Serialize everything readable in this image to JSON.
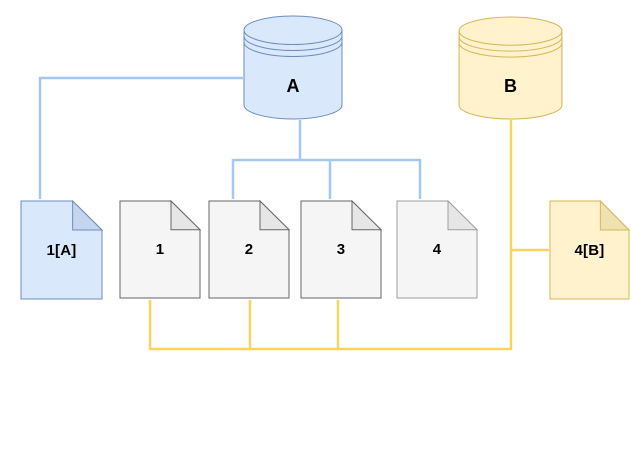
{
  "diagram": {
    "background": "#ffffff",
    "nodes": {
      "cylinder_a": {
        "label": "A",
        "fill": "#dae8fc",
        "stroke": "#6c8ebf"
      },
      "cylinder_b": {
        "label": "B",
        "fill": "#fff2cc",
        "stroke": "#d6b656"
      },
      "doc_1a": {
        "label": "1[A]",
        "fill": "#dae8fc",
        "stroke": "#6c8ebf",
        "flap_fill": "#c3d6ee"
      },
      "doc_1": {
        "label": "1",
        "fill": "#f5f5f5",
        "stroke": "#666666",
        "flap_fill": "#e6e6e6"
      },
      "doc_2": {
        "label": "2",
        "fill": "#f5f5f5",
        "stroke": "#666666",
        "flap_fill": "#e6e6e6"
      },
      "doc_3": {
        "label": "3",
        "fill": "#f5f5f5",
        "stroke": "#666666",
        "flap_fill": "#e6e6e6"
      },
      "doc_4": {
        "label": "4",
        "fill": "#f5f5f5",
        "stroke": "#9e9e9e",
        "flap_fill": "#e6e6e6"
      },
      "doc_4b": {
        "label": "4[B]",
        "fill": "#fff2cc",
        "stroke": "#d6b656",
        "flap_fill": "#f0e2b0"
      }
    },
    "connectors": {
      "blue": "#a5c8f3",
      "yellow": "#fad45f"
    },
    "edges": [
      {
        "from": "A",
        "to": "1[A]",
        "color": "blue"
      },
      {
        "from": "A",
        "to": "2",
        "color": "blue"
      },
      {
        "from": "A",
        "to": "3",
        "color": "blue"
      },
      {
        "from": "A",
        "to": "4",
        "color": "blue"
      },
      {
        "from": "B",
        "to": "4[B]",
        "color": "yellow"
      },
      {
        "from": "B",
        "to": "1",
        "color": "yellow"
      },
      {
        "from": "B",
        "to": "2",
        "color": "yellow"
      },
      {
        "from": "B",
        "to": "3",
        "color": "yellow"
      }
    ]
  }
}
